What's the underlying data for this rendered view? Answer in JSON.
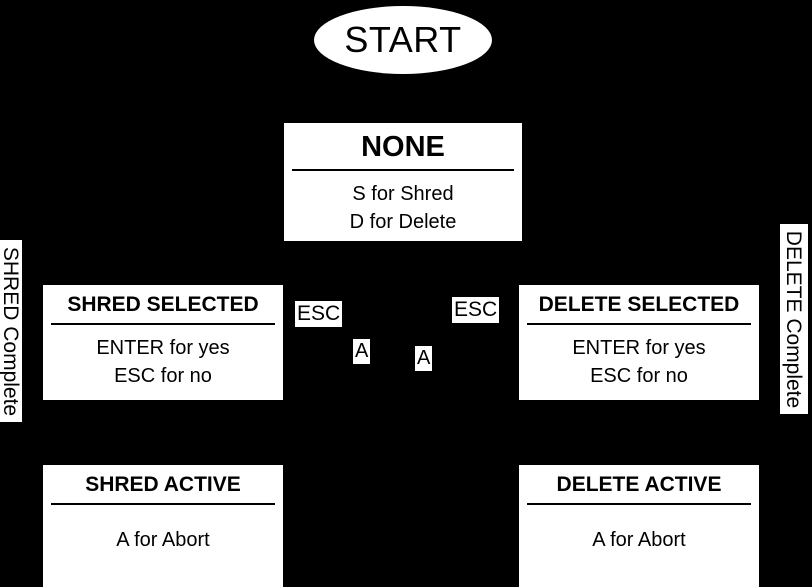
{
  "diagram": {
    "type": "state-diagram",
    "background_color": "#000000",
    "node_color": "#ffffff",
    "text_color": "#000000",
    "start": {
      "label": "START",
      "shape": "ellipse"
    },
    "states": [
      {
        "id": "none",
        "title": "NONE",
        "lines": [
          "S for Shred",
          "D for Delete"
        ]
      },
      {
        "id": "shred-selected",
        "title": "SHRED SELECTED",
        "lines": [
          "ENTER for yes",
          "ESC for no"
        ]
      },
      {
        "id": "delete-selected",
        "title": "DELETE SELECTED",
        "lines": [
          "ENTER for yes",
          "ESC for no"
        ]
      },
      {
        "id": "shred-active",
        "title": "SHRED ACTIVE",
        "lines": [
          "A for Abort"
        ]
      },
      {
        "id": "delete-active",
        "title": "DELETE ACTIVE",
        "lines": [
          "A for Abort"
        ]
      }
    ],
    "transitions": [
      {
        "id": "esc-left",
        "label": "ESC",
        "orientation": "horizontal"
      },
      {
        "id": "esc-right",
        "label": "ESC",
        "orientation": "horizontal"
      },
      {
        "id": "a-left",
        "label": "A",
        "orientation": "horizontal"
      },
      {
        "id": "a-right",
        "label": "A",
        "orientation": "horizontal"
      },
      {
        "id": "shred-complete",
        "label": "SHRED Complete",
        "orientation": "vertical"
      },
      {
        "id": "delete-complete",
        "label": "DELETE Complete",
        "orientation": "vertical"
      }
    ]
  }
}
